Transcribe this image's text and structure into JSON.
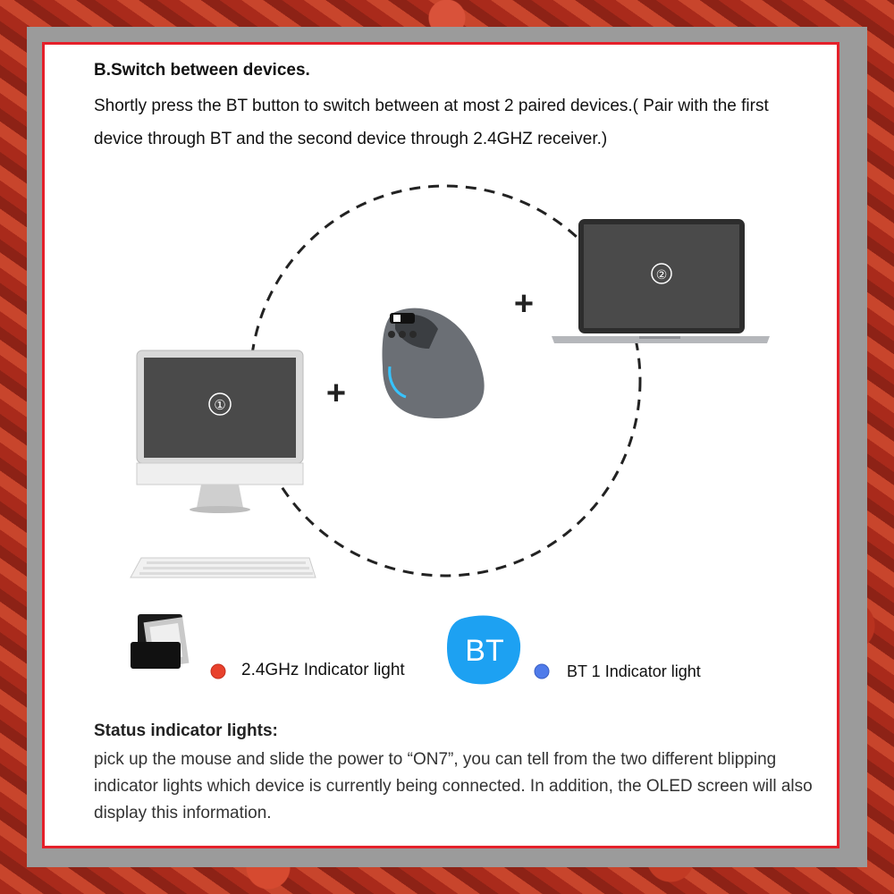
{
  "heading": "B.Switch between devices.",
  "intro": "Shortly press the BT button to switch between at most 2 paired devices.( Pair with the first device through BT and the second device through 2.4GHZ receiver.)",
  "devices": {
    "desktop_number": "①",
    "laptop_number": "②",
    "plus": "+"
  },
  "legend": {
    "receiver_label": "2.4GHz  Indicator light",
    "receiver_color": "#e8412c",
    "bt_badge": "BT",
    "bt_label": "BT 1 Indicator light",
    "bt_color": "#4f7bea",
    "bt_badge_color": "#1da1f2"
  },
  "status": {
    "title": "Status indicator lights:",
    "body": "pick up the mouse and slide the power to “ON7”, you can tell from the two different blipping indicator lights which device is currently being connected. In addition, the OLED screen will also display this information."
  }
}
